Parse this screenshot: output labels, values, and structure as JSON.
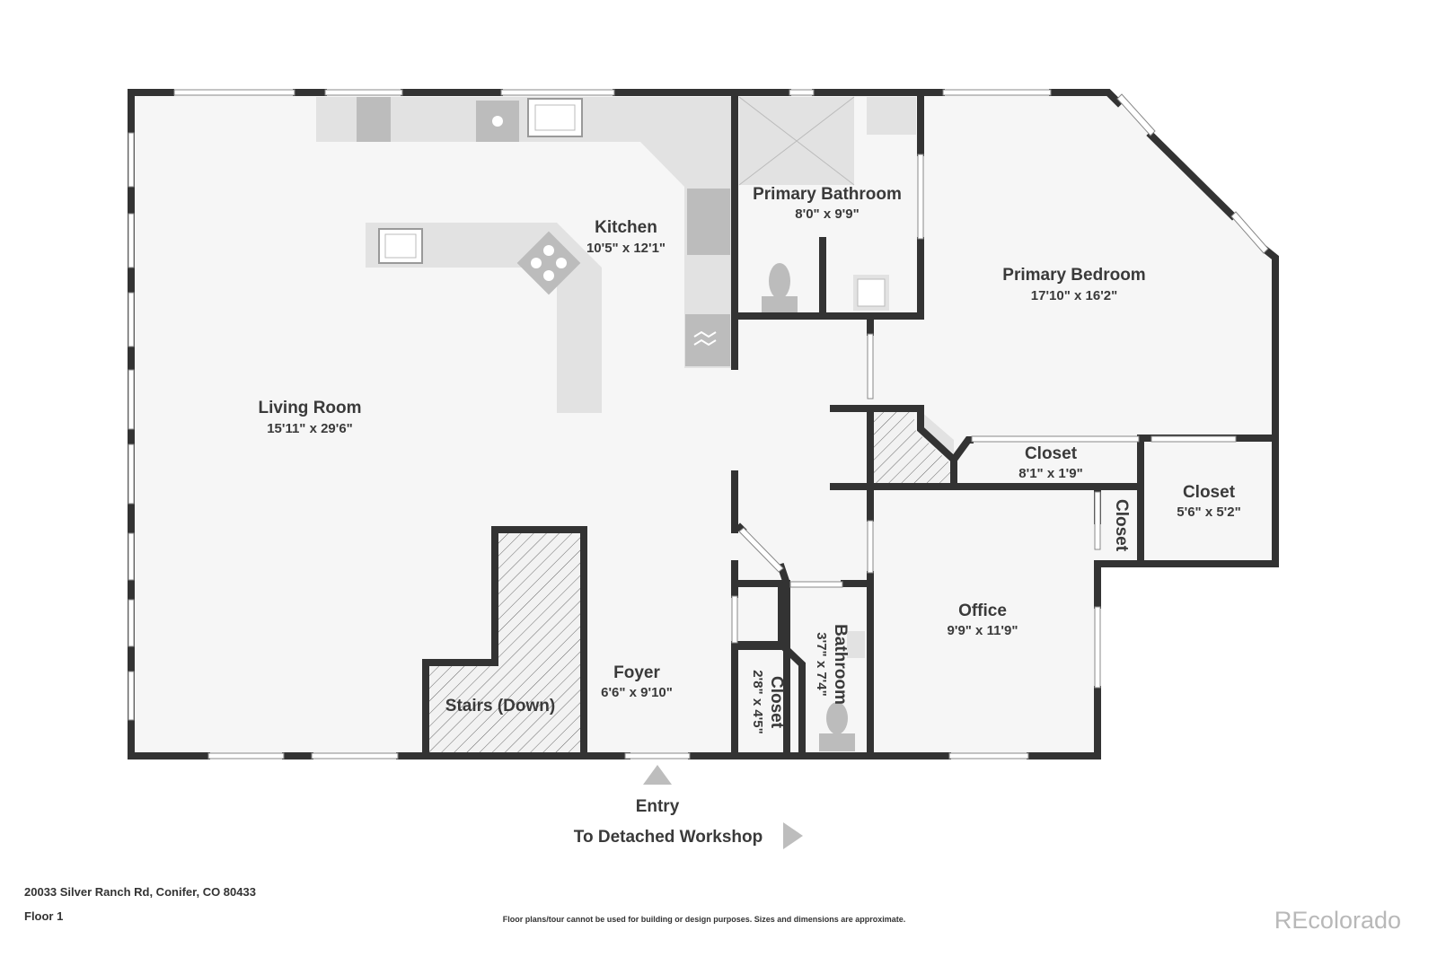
{
  "rooms": {
    "living": {
      "name": "Living Room",
      "dims": "15'11\" x 29'6\""
    },
    "kitchen": {
      "name": "Kitchen",
      "dims": "10'5\" x 12'1\""
    },
    "primary_bath": {
      "name": "Primary Bathroom",
      "dims": "8'0\" x 9'9\""
    },
    "primary_bed": {
      "name": "Primary Bedroom",
      "dims": "17'10\" x 16'2\""
    },
    "closet_a": {
      "name": "Closet",
      "dims": "8'1\" x 1'9\""
    },
    "closet_b": {
      "name": "Closet",
      "dims": "5'6\" x 5'2\""
    },
    "closet_c": {
      "name": "Closet"
    },
    "office": {
      "name": "Office",
      "dims": "9'9\" x 11'9\""
    },
    "foyer": {
      "name": "Foyer",
      "dims": "6'6\" x 9'10\""
    },
    "stairs": {
      "name": "Stairs (Down)"
    },
    "bathroom": {
      "name": "Bathroom",
      "dims": "3'7\" x 7'4\""
    },
    "closet_d": {
      "name": "Closet",
      "dims": "2'8\" x 4'5\""
    }
  },
  "markers": {
    "entry": "Entry",
    "workshop": "To Detached Workshop"
  },
  "footer": {
    "address": "20033 Silver Ranch Rd, Conifer, CO 80433",
    "floor": "Floor 1",
    "disclaimer": "Floor plans/tour cannot be used for building or design purposes. Sizes and dimensions are approximate.",
    "brand": "REcolorado"
  },
  "colors": {
    "wall": "#333333",
    "floor": "#f6f6f6",
    "fixture": "#e2e2e2",
    "fixture_dark": "#bcbcbc",
    "arrow": "#bdbdbd"
  }
}
